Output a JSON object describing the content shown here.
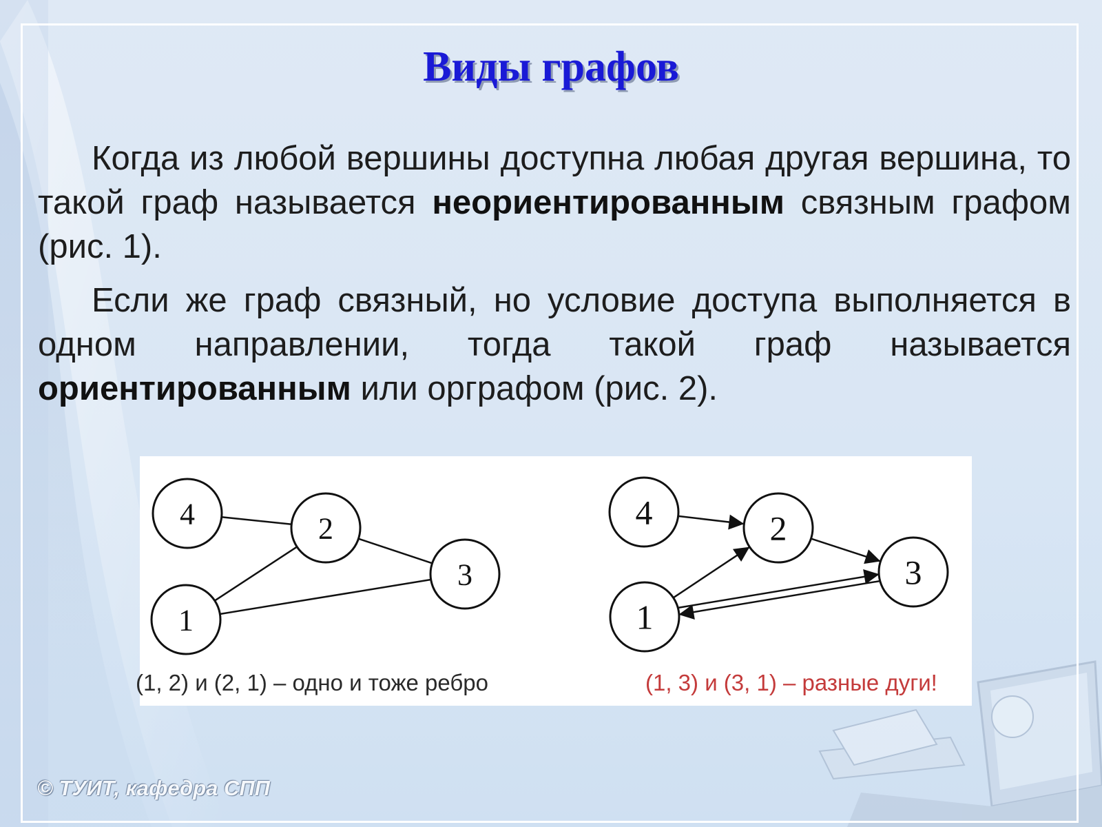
{
  "title": "Виды графов",
  "paragraph1": {
    "text_before": "Когда из любой вершины доступна любая другая вершина, то такой граф называется ",
    "bold": "неориентированным",
    "text_after": " связным графом (рис. 1)."
  },
  "paragraph2": {
    "text_before": "Если же граф связный, но условие доступа выполняется в одном направлении, тогда такой граф называется ",
    "bold": "ориентированным",
    "text_after": " или орграфом (рис. 2)."
  },
  "figure1": {
    "nodes": [
      "4",
      "2",
      "3",
      "1"
    ],
    "edges": [
      [
        "4",
        "2"
      ],
      [
        "1",
        "2"
      ],
      [
        "2",
        "3"
      ],
      [
        "1",
        "3"
      ]
    ],
    "caption": "(1, 2) и (2, 1) – одно и тоже ребро"
  },
  "figure2": {
    "nodes": [
      "4",
      "2",
      "3",
      "1"
    ],
    "arcs": [
      [
        "4",
        "2"
      ],
      [
        "1",
        "2"
      ],
      [
        "2",
        "3"
      ],
      [
        "1",
        "3"
      ],
      [
        "3",
        "1"
      ]
    ],
    "caption": "(1, 3) и (3, 1) – разные дуги!"
  },
  "footer": "© ТУИТ, кафедра СПП",
  "colors": {
    "title": "#1a1ad6",
    "caption_right": "#c43b3b",
    "background": "#dae6f4"
  }
}
